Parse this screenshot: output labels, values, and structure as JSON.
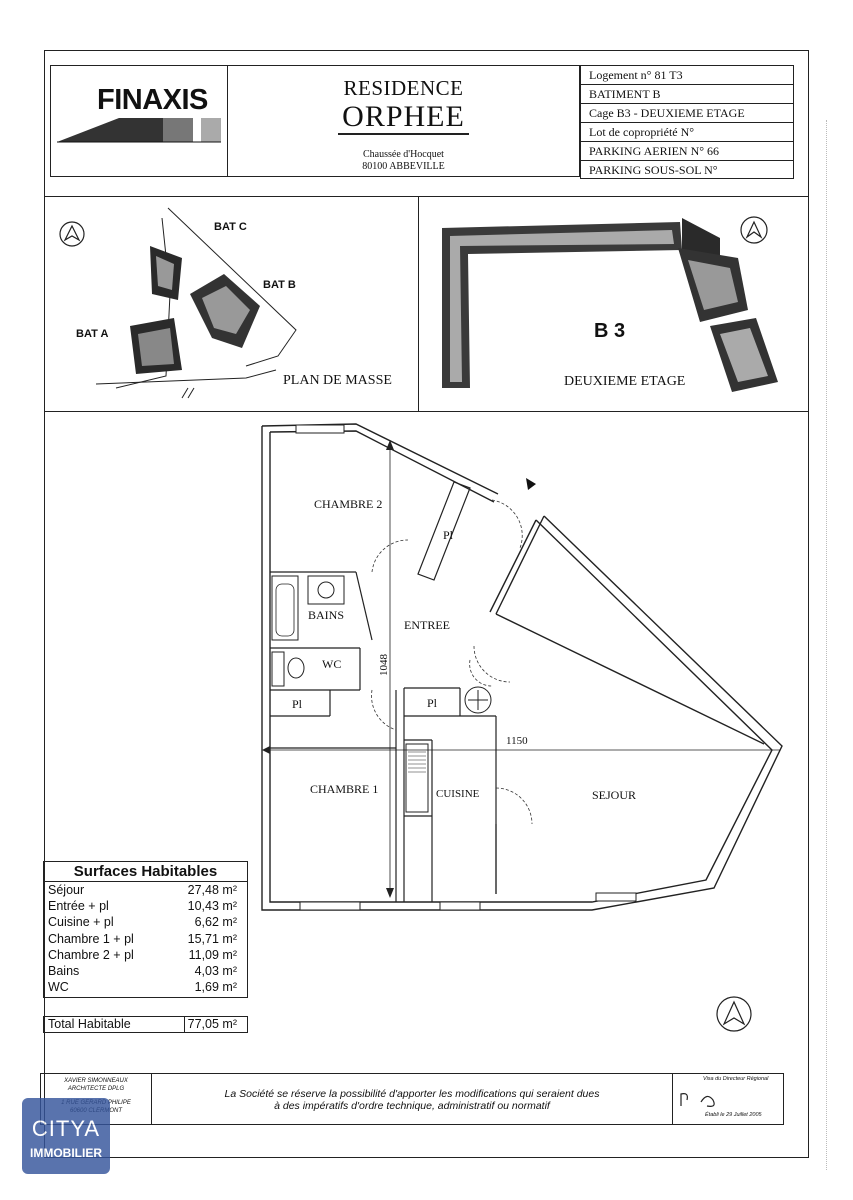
{
  "header": {
    "logo_text": "FINAXIS",
    "residence_label": "RESIDENCE",
    "residence_name": "ORPHEE",
    "address_line1": "Chaussée d'Hocquet",
    "address_line2": "80100 ABBEVILLE",
    "info_rows": [
      "Logement n° 81 T3",
      "BATIMENT B",
      "Cage B3 -  DEUXIEME ETAGE",
      "Lot de copropriété N°",
      "PARKING AERIEN N° 66",
      "PARKING SOUS-SOL N°"
    ]
  },
  "site_plan": {
    "caption": "PLAN DE MASSE",
    "bat_a": "BAT A",
    "bat_b": "BAT B",
    "bat_c": "BAT C"
  },
  "floor_key": {
    "block_label": "B 3",
    "caption": "DEUXIEME ETAGE"
  },
  "floor_plan": {
    "rooms": {
      "chambre2": "CHAMBRE  2",
      "pl_top": "Pl",
      "bains": "BAINS",
      "entree": "ENTREE",
      "wc": "WC",
      "pl_left": "Pl",
      "pl_mid": "Pl",
      "chambre1": "CHAMBRE  1",
      "cuisine": "CUISINE",
      "sejour": "SEJOUR"
    },
    "dimension_horizontal": "1150",
    "dimension_vertical": "1048"
  },
  "surfaces": {
    "title": "Surfaces Habitables",
    "rows": [
      {
        "label": "Séjour",
        "value": "27,48  m²"
      },
      {
        "label": "Entrée + pl",
        "value": "10,43  m²"
      },
      {
        "label": "Cuisine + pl",
        "value": "6,62  m²"
      },
      {
        "label": "Chambre 1 + pl",
        "value": "15,71  m²"
      },
      {
        "label": "Chambre 2 + pl",
        "value": "11,09  m²"
      },
      {
        "label": "Bains",
        "value": "4,03  m²"
      },
      {
        "label": "WC",
        "value": "1,69  m²"
      }
    ],
    "total_label": "Total  Habitable",
    "total_value": "77,05  m²"
  },
  "footer": {
    "architect_line1": "XAVIER SIMONNEAUX",
    "architect_line2": "ARCHITECTE DPLG",
    "architect_line3": "1 RUE GERARD PHILIPE",
    "architect_line4": "60600 CLERMONT",
    "notice_line1": "La Société se réserve la possibilité d'apporter les modifications qui seraient dues",
    "notice_line2": "à des impératifs d'ordre technique, administratif ou normatif",
    "visa_label": "Visa du Directeur Régional",
    "visa_date": "Établi le 29 Juillet 2005"
  },
  "watermark": {
    "brand": "CITYA",
    "sub": "IMMOBILIER"
  }
}
